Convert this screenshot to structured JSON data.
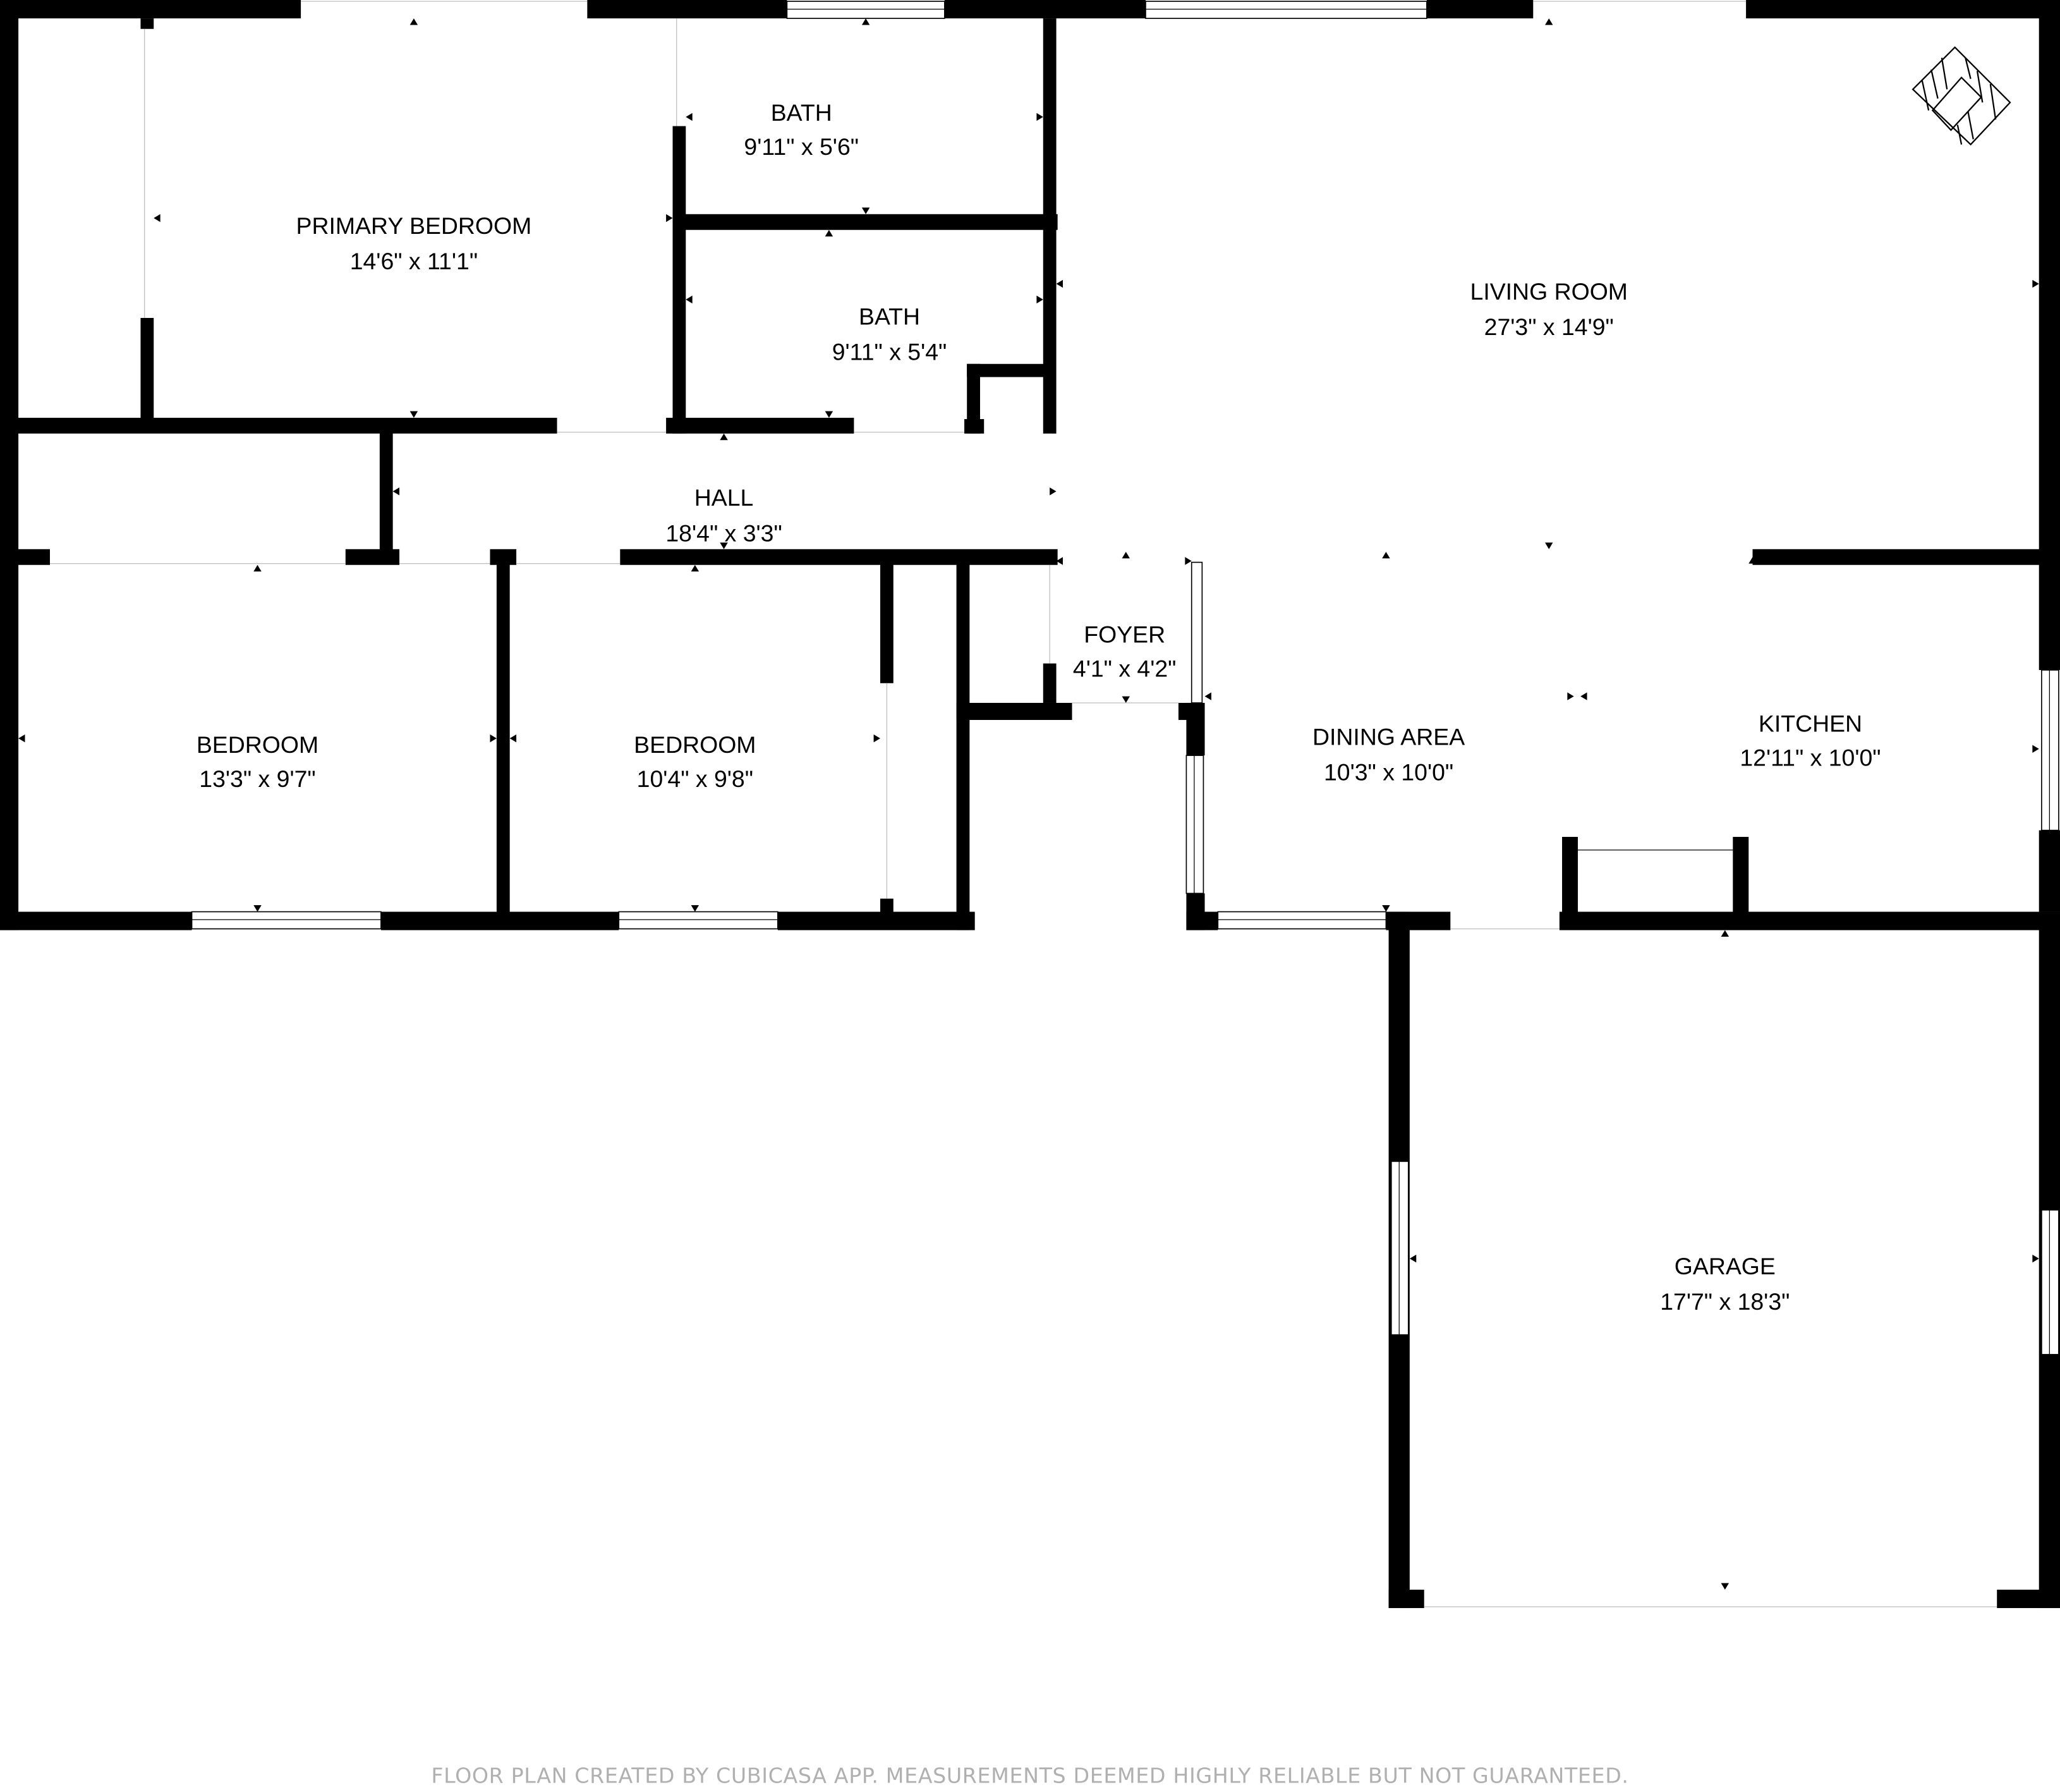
{
  "plan": {
    "rooms": [
      {
        "id": "primary-bedroom",
        "name": "PRIMARY BEDROOM",
        "dims": "14'6\" x 11'1\""
      },
      {
        "id": "bath-1",
        "name": "BATH",
        "dims": "9'11\" x 5'6\""
      },
      {
        "id": "bath-2",
        "name": "BATH",
        "dims": "9'11\" x 5'4\""
      },
      {
        "id": "living-room",
        "name": "LIVING ROOM",
        "dims": "27'3\" x 14'9\""
      },
      {
        "id": "hall",
        "name": "HALL",
        "dims": "18'4\" x 3'3\""
      },
      {
        "id": "foyer",
        "name": "FOYER",
        "dims": "4'1\" x 4'2\""
      },
      {
        "id": "bedroom-1",
        "name": "BEDROOM",
        "dims": "13'3\" x 9'7\""
      },
      {
        "id": "bedroom-2",
        "name": "BEDROOM",
        "dims": "10'4\" x 9'8\""
      },
      {
        "id": "dining-area",
        "name": "DINING AREA",
        "dims": "10'3\" x 10'0\""
      },
      {
        "id": "kitchen",
        "name": "KITCHEN",
        "dims": "12'11\" x 10'0\""
      },
      {
        "id": "garage",
        "name": "GARAGE",
        "dims": "17'7\" x 18'3\""
      }
    ],
    "symbols": [
      {
        "name": "fireplace-icon",
        "room": "living-room"
      }
    ],
    "footer": "FLOOR PLAN CREATED BY CUBICASA APP. MEASUREMENTS DEEMED HIGHLY RELIABLE BUT NOT GUARANTEED."
  },
  "colors": {
    "wall": "#000000",
    "background": "#ffffff",
    "footer_text": "#b0b0b0"
  }
}
